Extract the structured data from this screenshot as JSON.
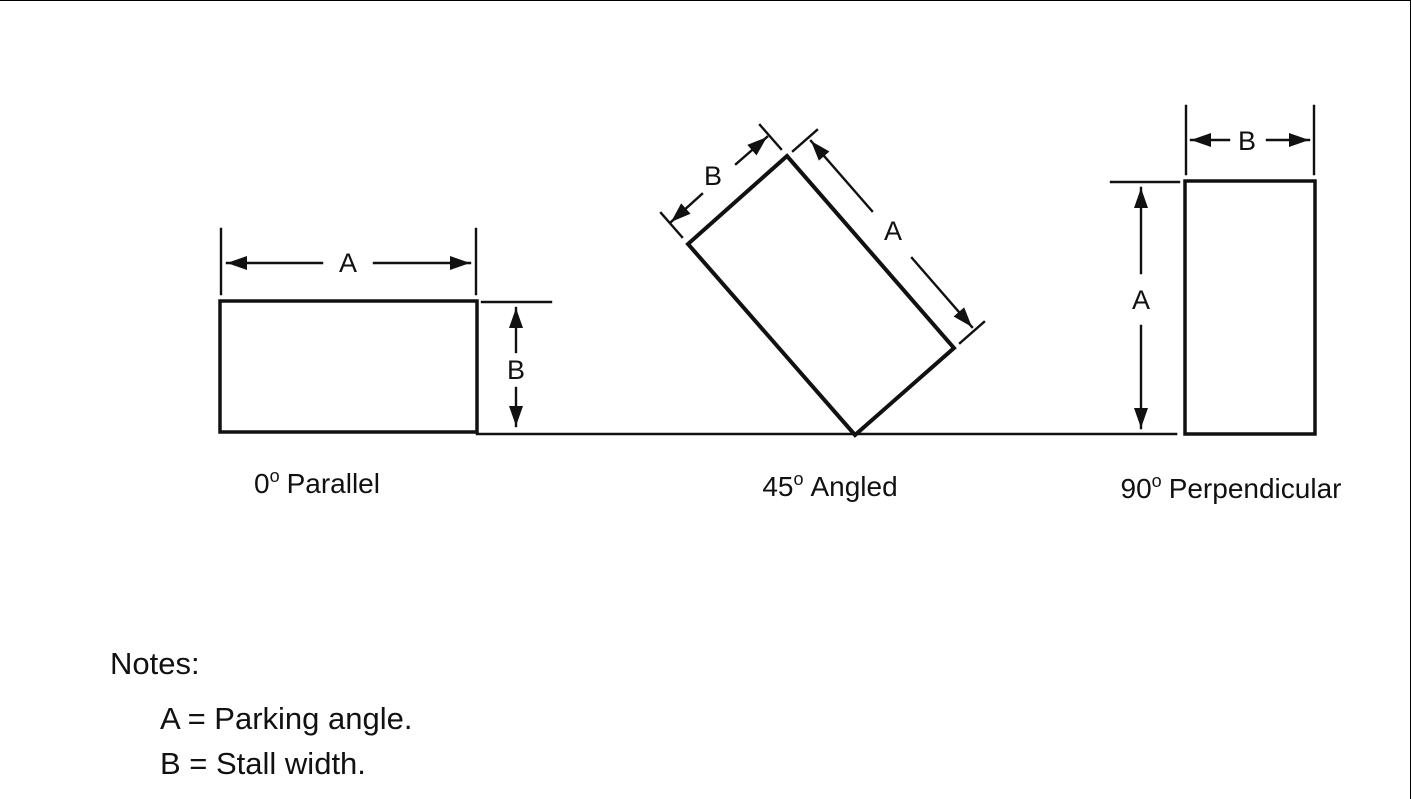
{
  "diagrams": [
    {
      "degrees": "0",
      "degree_symbol": "o",
      "caption": "Parallel",
      "dim_a": "A",
      "dim_b": "B"
    },
    {
      "degrees": "45",
      "degree_symbol": "o",
      "caption": "Angled",
      "dim_a": "A",
      "dim_b": "B"
    },
    {
      "degrees": "90",
      "degree_symbol": "o",
      "caption": "Perpendicular",
      "dim_a": "A",
      "dim_b": "B"
    }
  ],
  "notes": {
    "heading": "Notes:",
    "lines": [
      "A = Parking angle.",
      "B = Stall width."
    ]
  },
  "colors": {
    "line": "#111111",
    "background": "#ffffff"
  }
}
